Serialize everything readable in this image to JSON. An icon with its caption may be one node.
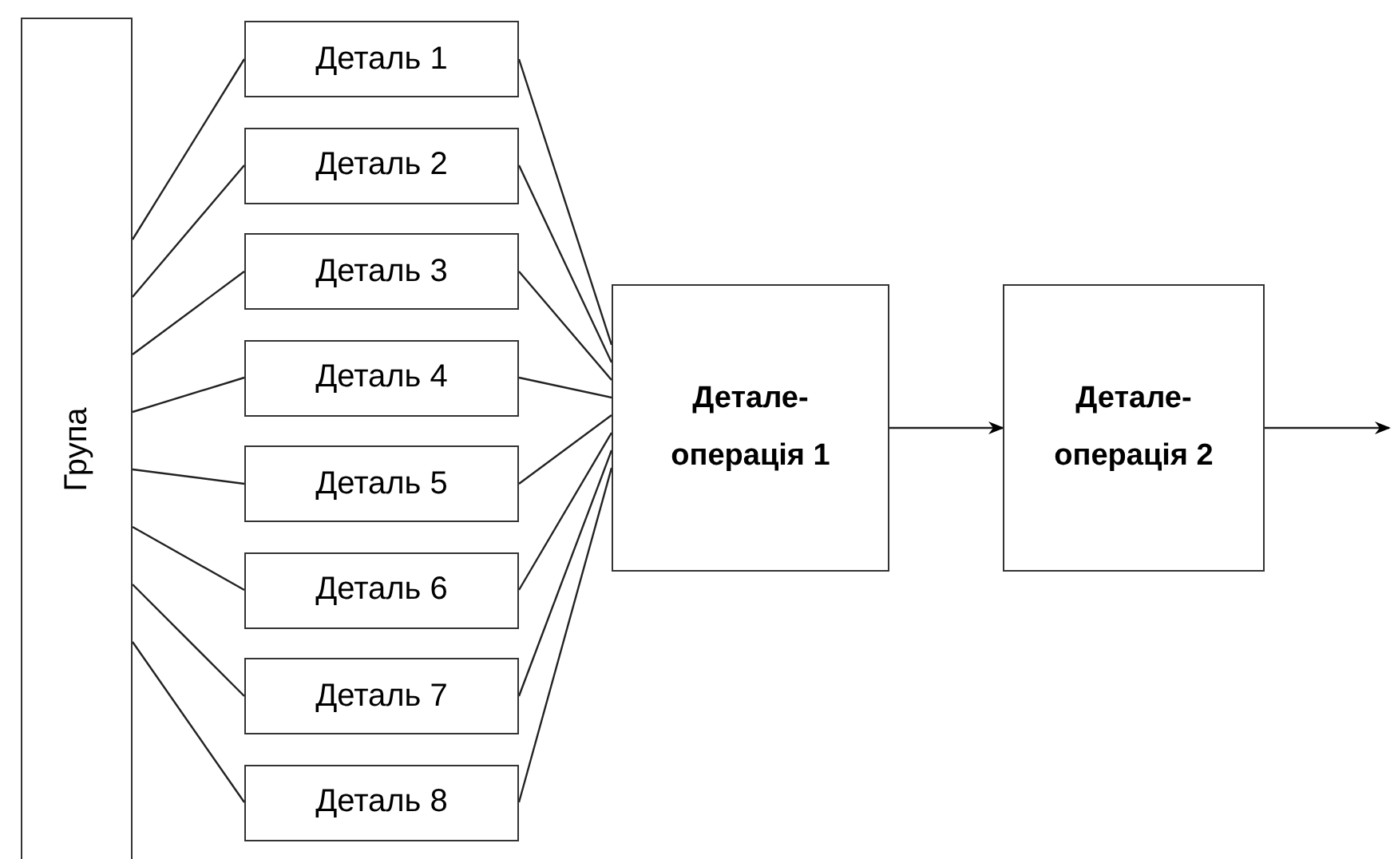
{
  "diagram": {
    "nodes": [
      {
        "text": [
          "Група"
        ]
      },
      {
        "text": [
          "Деталь 1"
        ]
      },
      {
        "text": [
          "Деталь 2"
        ]
      },
      {
        "text": [
          "Деталь 3"
        ]
      },
      {
        "text": [
          "Деталь 4"
        ]
      },
      {
        "text": [
          "Деталь 5"
        ]
      },
      {
        "text": [
          "Деталь 6"
        ]
      },
      {
        "text": [
          "Деталь 7"
        ]
      },
      {
        "text": [
          "Деталь 8"
        ]
      },
      {
        "text": [
          "Детале-операція 1"
        ]
      },
      {
        "text": [
          "Детале-операція 2"
        ]
      }
    ],
    "edges": [
      {
        "from": 0,
        "to": 1,
        "arrow": "none"
      },
      {
        "from": 0,
        "to": 2,
        "arrow": "none"
      },
      {
        "from": 0,
        "to": 3,
        "arrow": "none"
      },
      {
        "from": 0,
        "to": 4,
        "arrow": "none"
      },
      {
        "from": 0,
        "to": 5,
        "arrow": "none"
      },
      {
        "from": 0,
        "to": 6,
        "arrow": "none"
      },
      {
        "from": 0,
        "to": 7,
        "arrow": "none"
      },
      {
        "from": 0,
        "to": 8,
        "arrow": "none"
      },
      {
        "from": 1,
        "to": 9,
        "arrow": "none"
      },
      {
        "from": 2,
        "to": 9,
        "arrow": "none"
      },
      {
        "from": 3,
        "to": 9,
        "arrow": "none"
      },
      {
        "from": 4,
        "to": 9,
        "arrow": "none"
      },
      {
        "from": 5,
        "to": 9,
        "arrow": "none"
      },
      {
        "from": 6,
        "to": 9,
        "arrow": "none"
      },
      {
        "from": 7,
        "to": 9,
        "arrow": "none"
      },
      {
        "from": 8,
        "to": 9,
        "arrow": "none"
      },
      {
        "from": 9,
        "to": 10,
        "arrow": "to"
      },
      {
        "from": 10,
        "to": null,
        "arrow": "to"
      }
    ]
  }
}
